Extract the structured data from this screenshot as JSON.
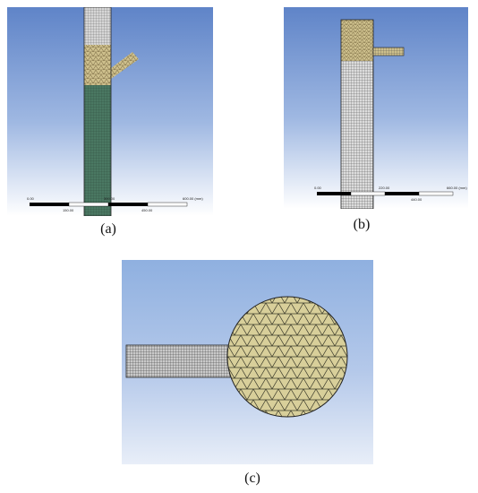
{
  "panels": {
    "a": {
      "caption": "(a)",
      "scale": {
        "t0": "0.00",
        "t1": "300.00",
        "t2": "600.00 (mm)",
        "t3": "150.00",
        "t4": "450.00"
      }
    },
    "b": {
      "caption": "(b)",
      "scale": {
        "t0": "0.00",
        "t1": "220.00",
        "t2": "660.00 (mm)",
        "t3": "440.00"
      }
    },
    "c": {
      "caption": "(c)"
    }
  },
  "colors": {
    "mesh_green": "#3f6a56",
    "mesh_gray": "#9a9a9a",
    "mesh_tan": "#c8b98a",
    "disc": "#d8cf9a"
  }
}
